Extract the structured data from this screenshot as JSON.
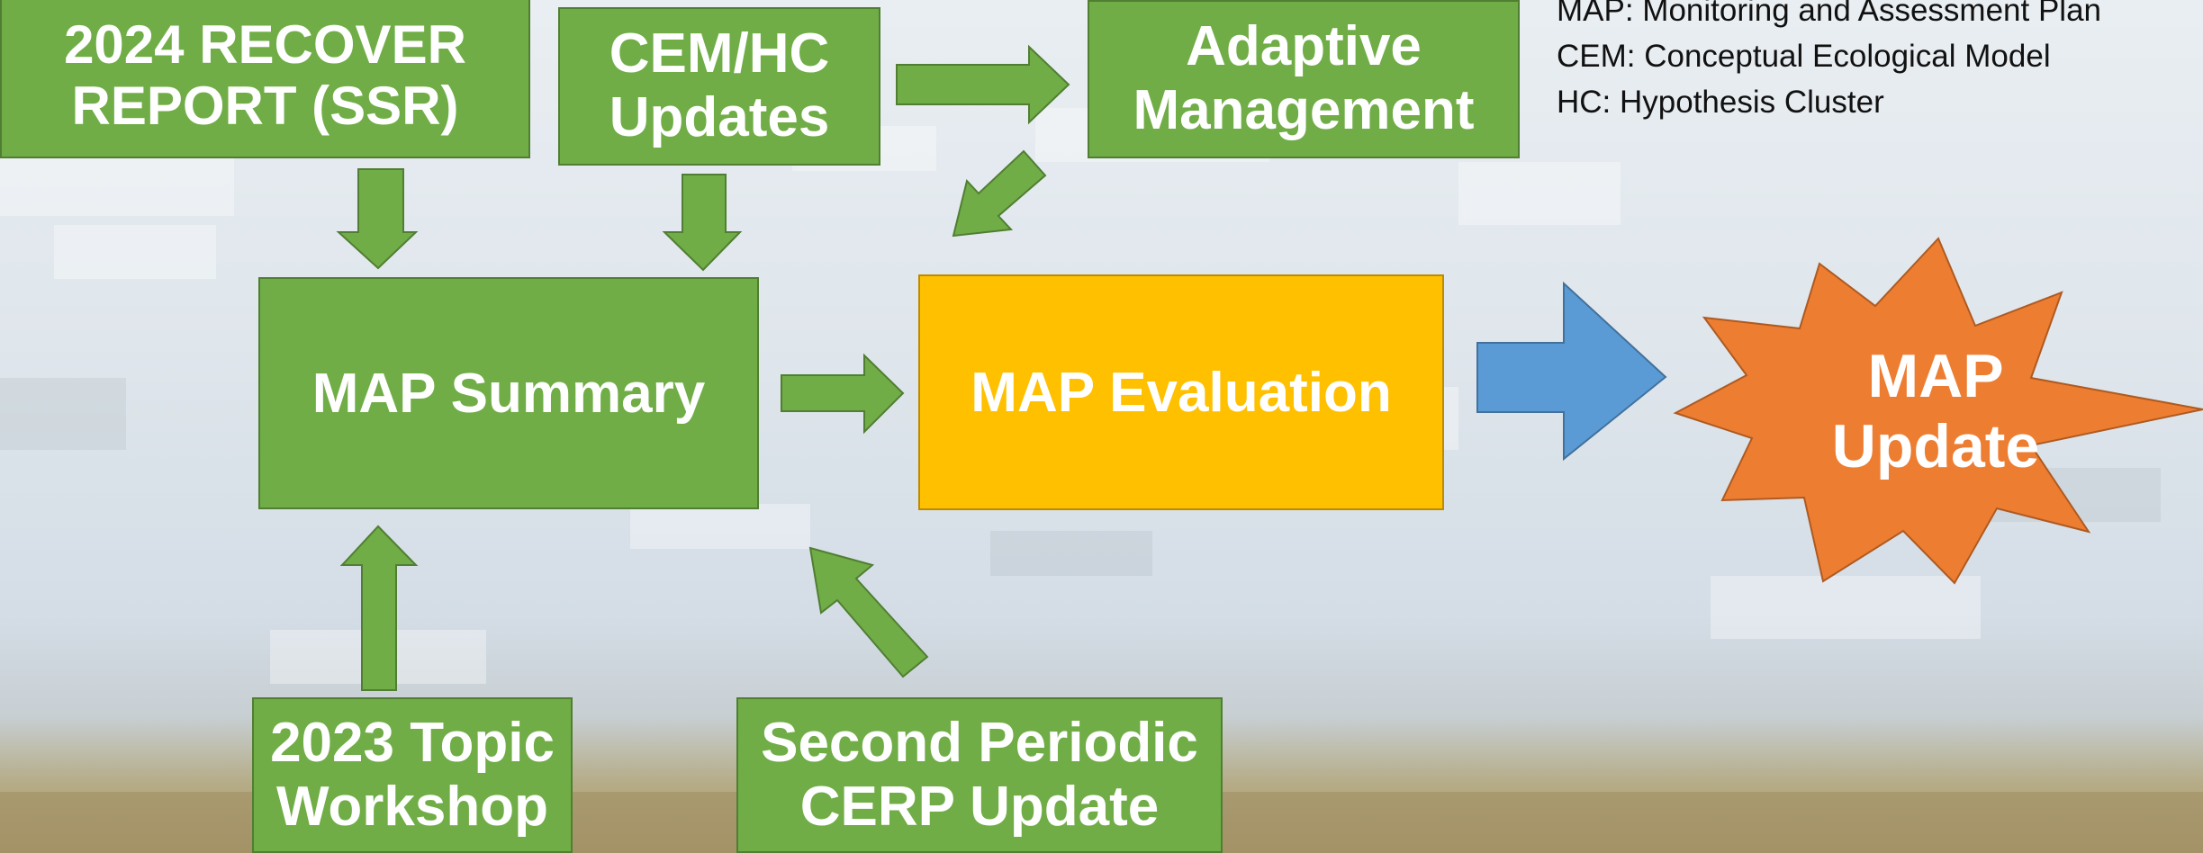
{
  "legend": [
    "MAP: Monitoring and Assessment Plan",
    "CEM: Conceptual Ecological Model",
    "HC: Hypothesis Cluster"
  ],
  "boxes": {
    "recover_report": "2024 RECOVER\nREPORT (SSR)",
    "cem_hc_updates": "CEM/HC\nUpdates",
    "adaptive_management": "Adaptive\nManagement",
    "map_summary": "MAP Summary",
    "map_evaluation": "MAP Evaluation",
    "map_update": "MAP\nUpdate",
    "topic_workshop": "2023 Topic\nWorkshop",
    "cerp_update": "Second Periodic\nCERP Update"
  },
  "colors": {
    "green": "#70ad47",
    "yellow": "#ffc000",
    "orange": "#ed7d31",
    "blue": "#5b9bd5"
  }
}
